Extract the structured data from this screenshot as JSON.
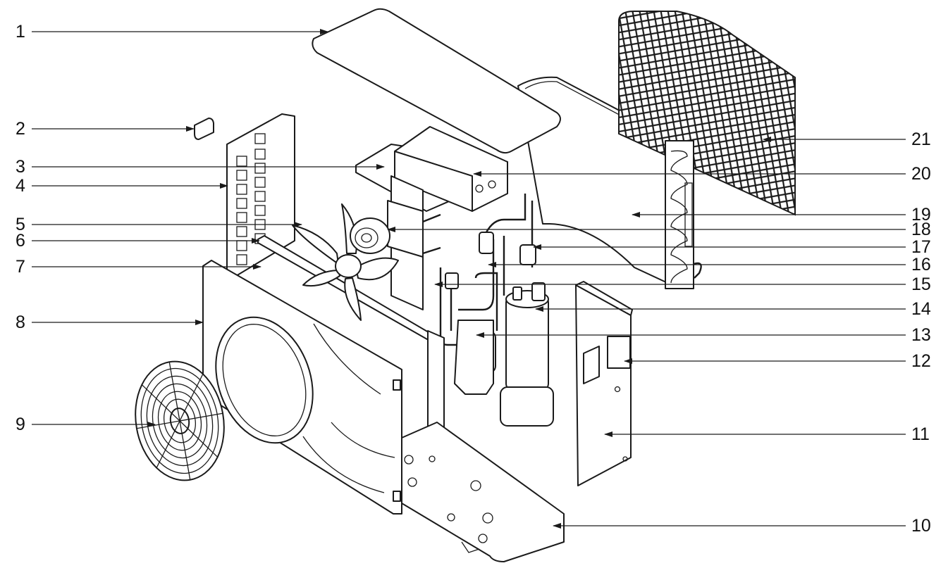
{
  "callouts": [
    {
      "id": "1",
      "side": "left"
    },
    {
      "id": "2",
      "side": "left"
    },
    {
      "id": "3",
      "side": "left"
    },
    {
      "id": "4",
      "side": "left"
    },
    {
      "id": "5",
      "side": "left"
    },
    {
      "id": "6",
      "side": "left"
    },
    {
      "id": "7",
      "side": "left"
    },
    {
      "id": "8",
      "side": "left"
    },
    {
      "id": "9",
      "side": "left"
    },
    {
      "id": "10",
      "side": "right"
    },
    {
      "id": "11",
      "side": "right"
    },
    {
      "id": "12",
      "side": "right"
    },
    {
      "id": "13",
      "side": "right"
    },
    {
      "id": "14",
      "side": "right"
    },
    {
      "id": "15",
      "side": "right"
    },
    {
      "id": "16",
      "side": "right"
    },
    {
      "id": "17",
      "side": "right"
    },
    {
      "id": "18",
      "side": "right"
    },
    {
      "id": "19",
      "side": "right"
    },
    {
      "id": "20",
      "side": "right"
    },
    {
      "id": "21",
      "side": "right"
    }
  ],
  "colors": {
    "ink": "#1a1a1a",
    "background": "#ffffff"
  }
}
